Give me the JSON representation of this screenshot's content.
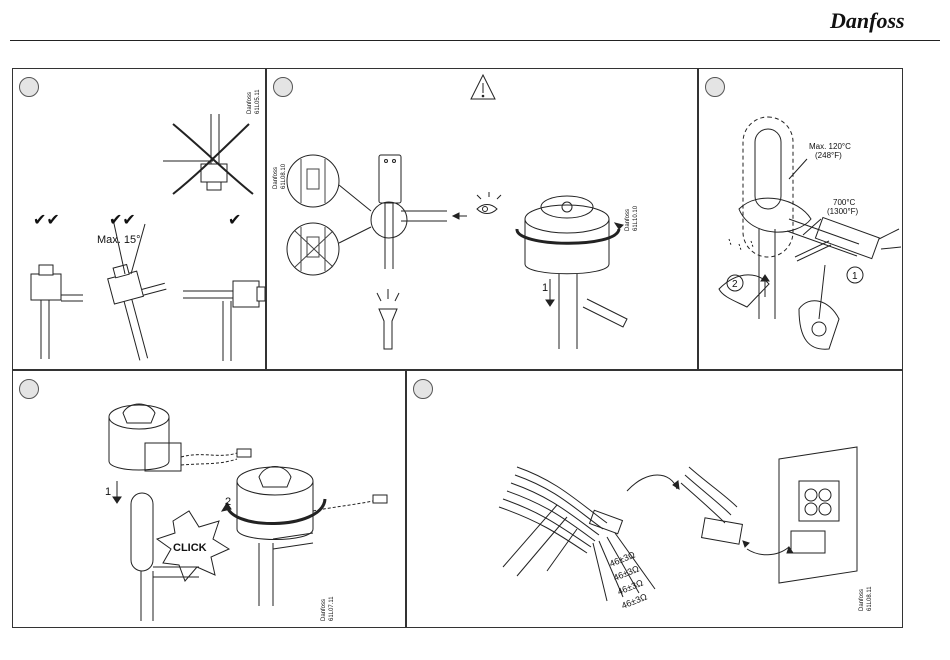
{
  "brand": {
    "logo_text": "Danfoss"
  },
  "panels": {
    "p1": {
      "code": [
        "Danfoss",
        "61L05.11"
      ],
      "checks": [
        "✔✔",
        "✔✔",
        "✔"
      ],
      "angle_label": "Max. 15°"
    },
    "p2": {
      "code_a": [
        "Danfoss",
        "61L08.10"
      ],
      "code_b": [
        "Danfoss",
        "61L10.10"
      ],
      "step": "1"
    },
    "p3": {
      "temp_label_1": "Max. 120°C",
      "temp_label_1b": "(248°F)",
      "temp_label_2": "700°C",
      "temp_label_2b": "(1300°F)",
      "step_1": "1",
      "step_2": "2"
    },
    "p4": {
      "step_1": "1",
      "step_2": "2",
      "click": "CLICK",
      "code": [
        "Danfoss",
        "61L07.11"
      ]
    },
    "p5": {
      "resistances": [
        "46±3Ω",
        "46±3Ω",
        "46±3Ω",
        "46±3Ω"
      ],
      "code": [
        "Danfoss",
        "61L08.11"
      ]
    }
  }
}
